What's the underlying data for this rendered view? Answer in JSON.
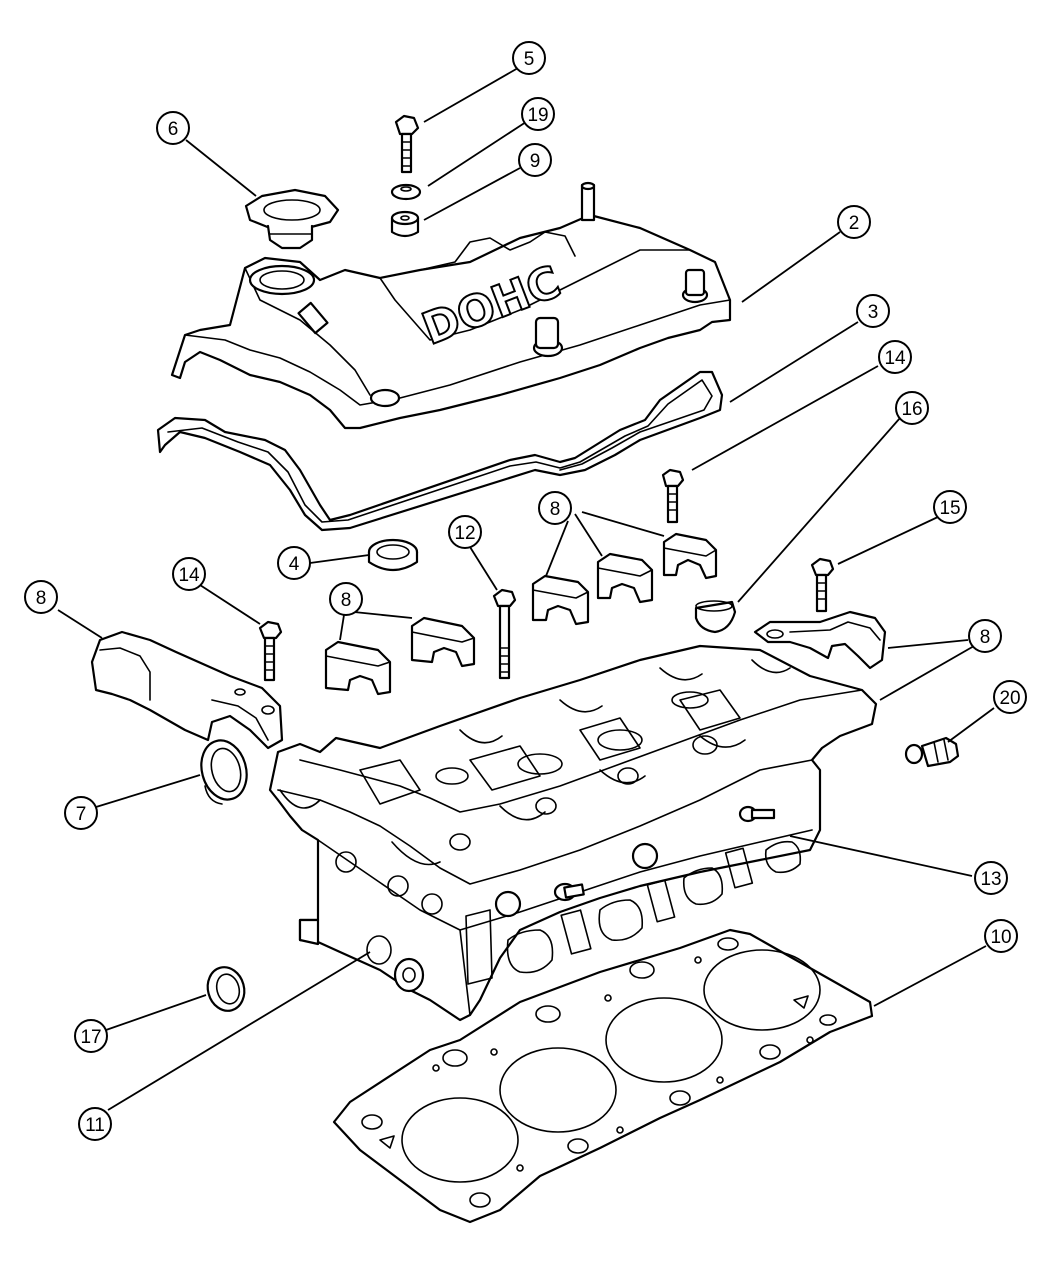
{
  "diagram": {
    "cover_lettering": "DOHC",
    "callouts": [
      {
        "id": "c5",
        "label": "5"
      },
      {
        "id": "c19",
        "label": "19"
      },
      {
        "id": "c9",
        "label": "9"
      },
      {
        "id": "c6",
        "label": "6"
      },
      {
        "id": "c2",
        "label": "2"
      },
      {
        "id": "c3",
        "label": "3"
      },
      {
        "id": "c14a",
        "label": "14"
      },
      {
        "id": "c16",
        "label": "16"
      },
      {
        "id": "c15",
        "label": "15"
      },
      {
        "id": "c8a",
        "label": "8"
      },
      {
        "id": "c12",
        "label": "12"
      },
      {
        "id": "c4",
        "label": "4"
      },
      {
        "id": "c14b",
        "label": "14"
      },
      {
        "id": "c8b",
        "label": "8"
      },
      {
        "id": "c8c",
        "label": "8"
      },
      {
        "id": "c8d",
        "label": "8"
      },
      {
        "id": "c20",
        "label": "20"
      },
      {
        "id": "c7",
        "label": "7"
      },
      {
        "id": "c13",
        "label": "13"
      },
      {
        "id": "c10",
        "label": "10"
      },
      {
        "id": "c17",
        "label": "17"
      },
      {
        "id": "c11",
        "label": "11"
      }
    ]
  }
}
